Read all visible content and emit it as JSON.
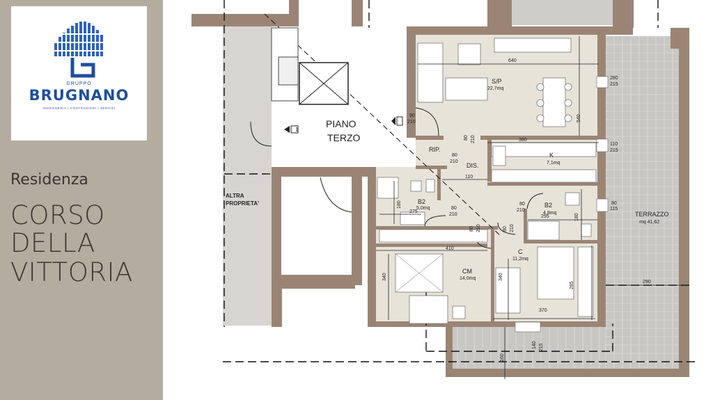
{
  "sidebar": {
    "logo": {
      "brand_prefix": "GRUPPO",
      "brand_name": "BRUGNANO",
      "tagline": "INGEGNERIA | COSTRUZIONI | SERVIZI"
    },
    "subtitle": "Residenza",
    "title_lines": [
      "CORSO",
      "DELLA",
      "VITTORIA"
    ]
  },
  "plan": {
    "floor_label_line1": "PIANO",
    "floor_label_line2": "TERZO",
    "neighbor_label_line1": "ALTRA",
    "neighbor_label_line2": "PROPRIETA'",
    "entry_number": "1",
    "rooms": {
      "living": {
        "name": "S/P",
        "area": "22,7mq"
      },
      "kitchen": {
        "name": "K",
        "area": "7,1mq"
      },
      "closet": {
        "name": "RIP."
      },
      "hall": {
        "name": "DIS."
      },
      "bath1": {
        "name": "B2",
        "area": "5,0mq"
      },
      "bath2": {
        "name": "B2",
        "area": "4,8mq"
      },
      "master": {
        "name": "CM",
        "area": "14,0mq"
      },
      "bedroom": {
        "name": "C",
        "area": "11,2mq"
      },
      "terrace": {
        "name": "TERRAZZO",
        "area": "mq 41,62"
      }
    },
    "dimensions": {
      "living_width": "640",
      "living_depth": "540",
      "kitchen_width": "380",
      "door_entry": "90",
      "door_entry_h": "210",
      "door_hall_a": "80",
      "door_hall_a_h": "210",
      "closet_door": "80",
      "closet_door_h": "210",
      "hall_width": "110",
      "bath1_door": "80",
      "bath1_door_h": "210",
      "bath1_width": "275",
      "bath1_depth": "180",
      "bath2_door": "80",
      "bath2_door_h": "210",
      "bath2_width": "255",
      "bath2_depth": "180",
      "master_door": "80",
      "master_door_h": "210",
      "bedroom_door": "80",
      "bedroom_door_h": "210",
      "master_width": "410",
      "master_depth": "340",
      "bedroom_depth_left": "340",
      "bedroom_width": "370",
      "bedroom_depth": "285",
      "terrace_width": "290",
      "window1": "280",
      "window1_h": "215",
      "window2": "110",
      "window2_h": "215",
      "window3": "80",
      "window3_h": "115",
      "window4": "140",
      "window4_h": "215",
      "balcony_depth": "160"
    }
  },
  "colors": {
    "sidebar_bg": "#b5aca0",
    "wall": "#9c8878",
    "floor": "#e7e2d8",
    "terrace": "#c8c6c3",
    "brand_blue": "#1f4f9c"
  }
}
